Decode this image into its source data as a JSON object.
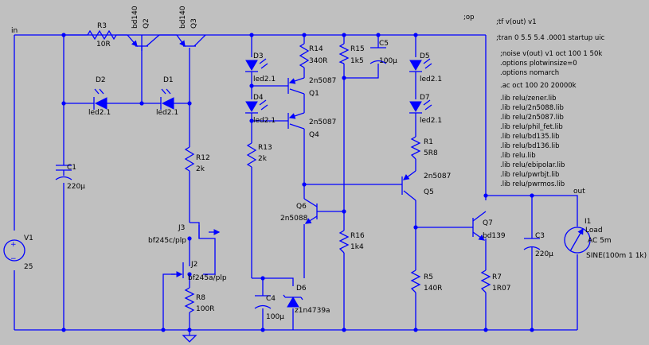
{
  "nets": {
    "in": "in",
    "out": "out"
  },
  "directives": [
    ";op",
    ";tf v(out) v1",
    ";tran 0 5.5 5.4 .0001 startup uic",
    ";noise v(out) v1 oct 100 1 50k",
    ".options plotwinsize=0",
    ".options nomarch",
    ".ac oct 100 20 20000k",
    ".lib relu/zener.lib",
    ".lib relu/2n5088.lib",
    ".lib relu/2n5087.lib",
    ".lib relu/phil_fet.lib",
    ".lib relu/bd135.lib",
    ".lib relu/bd136.lib",
    ".lib relu.lib",
    ".lib relu/ebipolar.lib",
    ".lib relu/pwrbjt.lib",
    ".lib relu/pwrmos.lib"
  ],
  "components": {
    "V1": {
      "name": "V1",
      "value": "25"
    },
    "C1": {
      "name": "C1",
      "value": "220µ"
    },
    "R3": {
      "name": "R3",
      "value": "10R"
    },
    "Q2": {
      "name": "Q2",
      "value": "bd140"
    },
    "Q3": {
      "name": "Q3",
      "value": "bd140"
    },
    "D2": {
      "name": "D2",
      "value": "led2.1"
    },
    "D1": {
      "name": "D1",
      "value": "led2.1"
    },
    "R12": {
      "name": "R12",
      "value": "2k"
    },
    "J3": {
      "name": "J3",
      "value": "bf245c/plp"
    },
    "J2": {
      "name": "J2",
      "value": "bf245a/plp"
    },
    "R8": {
      "name": "R8",
      "value": "100R"
    },
    "D3": {
      "name": "D3",
      "value": "led2.1"
    },
    "D4": {
      "name": "D4",
      "value": "led2.1"
    },
    "R13": {
      "name": "R13",
      "value": "2k"
    },
    "R14": {
      "name": "R14",
      "value": "340R"
    },
    "Q1": {
      "name": "Q1",
      "value": "2n5087"
    },
    "Q4": {
      "name": "Q4",
      "value": "2n5087"
    },
    "Q6": {
      "name": "Q6",
      "value": "2n5088"
    },
    "C4": {
      "name": "C4",
      "value": "100µ"
    },
    "D6": {
      "name": "D6",
      "value": "z1n4739a"
    },
    "R15": {
      "name": "R15",
      "value": "1k5"
    },
    "C5": {
      "name": "C5",
      "value": "100µ"
    },
    "R16": {
      "name": "R16",
      "value": "1k4"
    },
    "D5": {
      "name": "D5",
      "value": "led2.1"
    },
    "D7": {
      "name": "D7",
      "value": "led2.1"
    },
    "R1": {
      "name": "R1",
      "value": "5R8"
    },
    "Q5": {
      "name": "Q5",
      "value": "2n5087"
    },
    "R5": {
      "name": "R5",
      "value": "140R"
    },
    "Q7": {
      "name": "Q7",
      "value": "bd139"
    },
    "R7": {
      "name": "R7",
      "value": "1R07"
    },
    "C3": {
      "name": "C3",
      "value": "220µ"
    },
    "I1": {
      "name": "I1",
      "value": "Load",
      "ac": "AC 5m",
      "src": "SINE(100m 1 1k)"
    }
  },
  "colors": {
    "background": "#c0c0c0",
    "wire": "#0000ff",
    "text": "#000000"
  }
}
